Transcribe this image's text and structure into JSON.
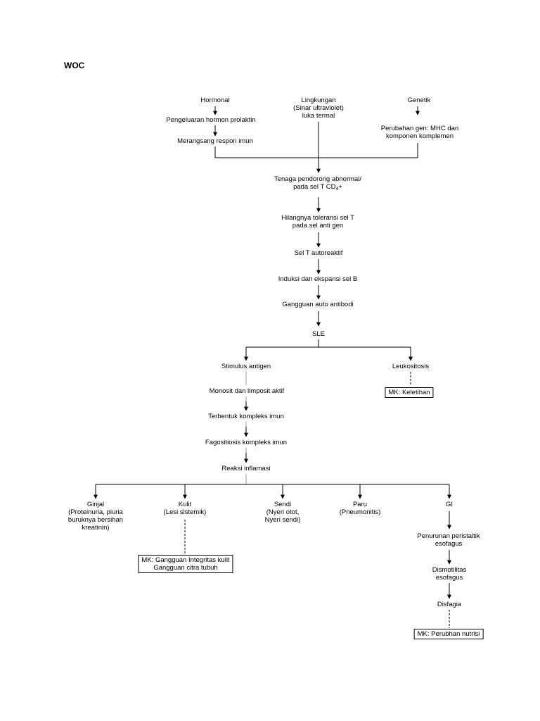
{
  "title": "WOC",
  "nodes": {
    "hormonal": "Hormonal",
    "lingkungan": "Lingkungan\n(Sinar ultraviolet)\nluka termal",
    "genetik": "Genetik",
    "pengeluaran_prolaktin": "Pengeluaran hormon prolaktin",
    "merangsang_respon": "Merangsang respon imun",
    "perubahan_gen": "Perubahan gen: MHC dan\nkomponen komplemen",
    "tenaga_pendorong_line1": "Tenaga pendorong abnormal/",
    "tenaga_pendorong_line2_pre": "pada sel T CD",
    "tenaga_pendorong_sub": "4",
    "tenaga_pendorong_line2_post": "+",
    "hilangnya_toleransi": "Hilangnya toleransi sel T\npada sel anti gen",
    "sel_t_autoreaktif": "Sel T autoreaktif",
    "induksi_ekspansi": "Induksi dan ekspansi sel B",
    "gangguan_auto_antibodi": "Gangguan auto antibodi",
    "sle": "SLE",
    "stimulus_antigen": "Stimulus antigen",
    "leukositosis": "Leukositosis",
    "mk_keletihan": "MK: Keletihan",
    "monosit_limposit": "Monosit dan limposit aktif",
    "terbentuk_kompleks": "Terbentuk kompleks imun",
    "fagositiosis": "Fagositiosis kompleks imun",
    "reaksi_inflamasi": "Reaksi inflamasi",
    "ginjal": "Ginjal\n(Proteinuria, piuria\nburuknya bersihan\nkreatinin)",
    "kulit": "Kulit\n(Lesi sistemik)",
    "sendi": "Sendi\n(Nyeri otot,\nNyeri sendi)",
    "paru": "Paru\n(Pneumonitis)",
    "gi": "GI",
    "mk_integritas_kulit": "MK: Gangguan Integritas kulit\nGangguan citra tubuh",
    "penurunan_peristaltik": "Penurunan peristaltik\nesofagus",
    "dismotilitas": "Dismotilitas\nesofagus",
    "disfagia": "Disfagia",
    "mk_perubhan_nutrisi": "MK: Perubhan nutrisi"
  },
  "colors": {
    "line": "#000000",
    "grey_line": "#999999"
  }
}
